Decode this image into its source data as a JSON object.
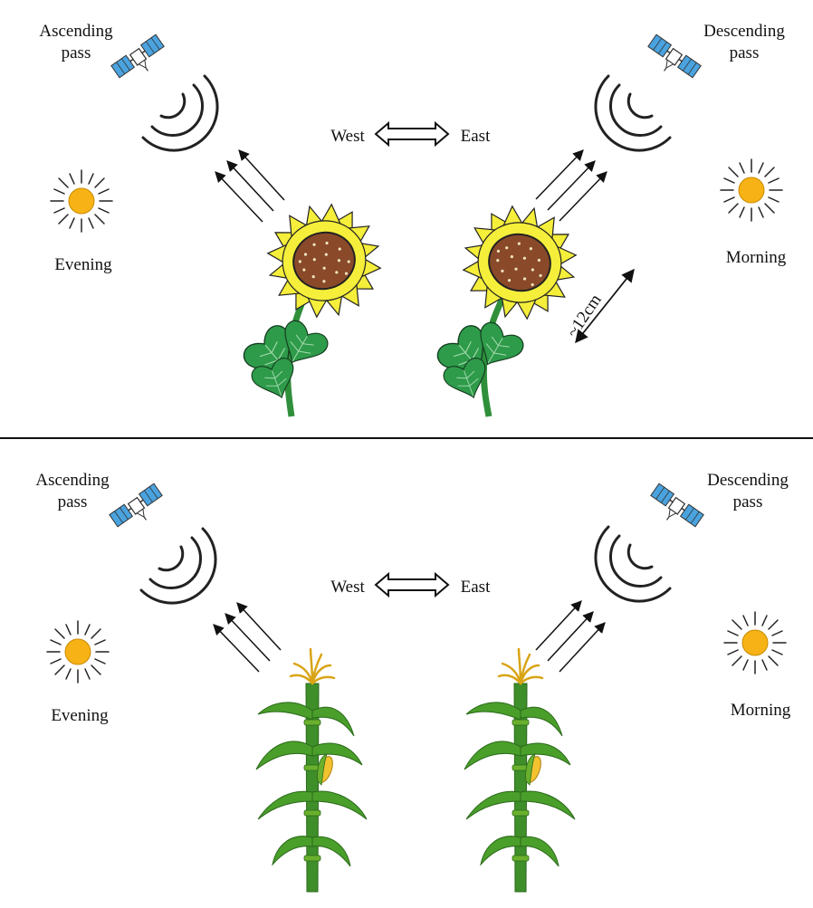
{
  "top_panel": {
    "ascending_label": [
      "Ascending",
      "pass"
    ],
    "descending_label": [
      "Descending",
      "pass"
    ],
    "direction": {
      "west": "West",
      "east": "East"
    },
    "evening_label": "Evening",
    "morning_label": "Morning",
    "size_label": "~12cm"
  },
  "bottom_panel": {
    "ascending_label": [
      "Ascending",
      "pass"
    ],
    "descending_label": [
      "Descending",
      "pass"
    ],
    "direction": {
      "west": "West",
      "east": "East"
    },
    "evening_label": "Evening",
    "morning_label": "Morning"
  },
  "colors": {
    "sun": "#f7b315",
    "panel_blue": "#4aa3df",
    "petal": "#f5ee3a",
    "seed_head": "#8a4a2a",
    "leaf": "#2e9b4a",
    "stem": "#2f8f3a",
    "corn_leaf": "#4a9e2a",
    "tassel": "#f2c230"
  }
}
